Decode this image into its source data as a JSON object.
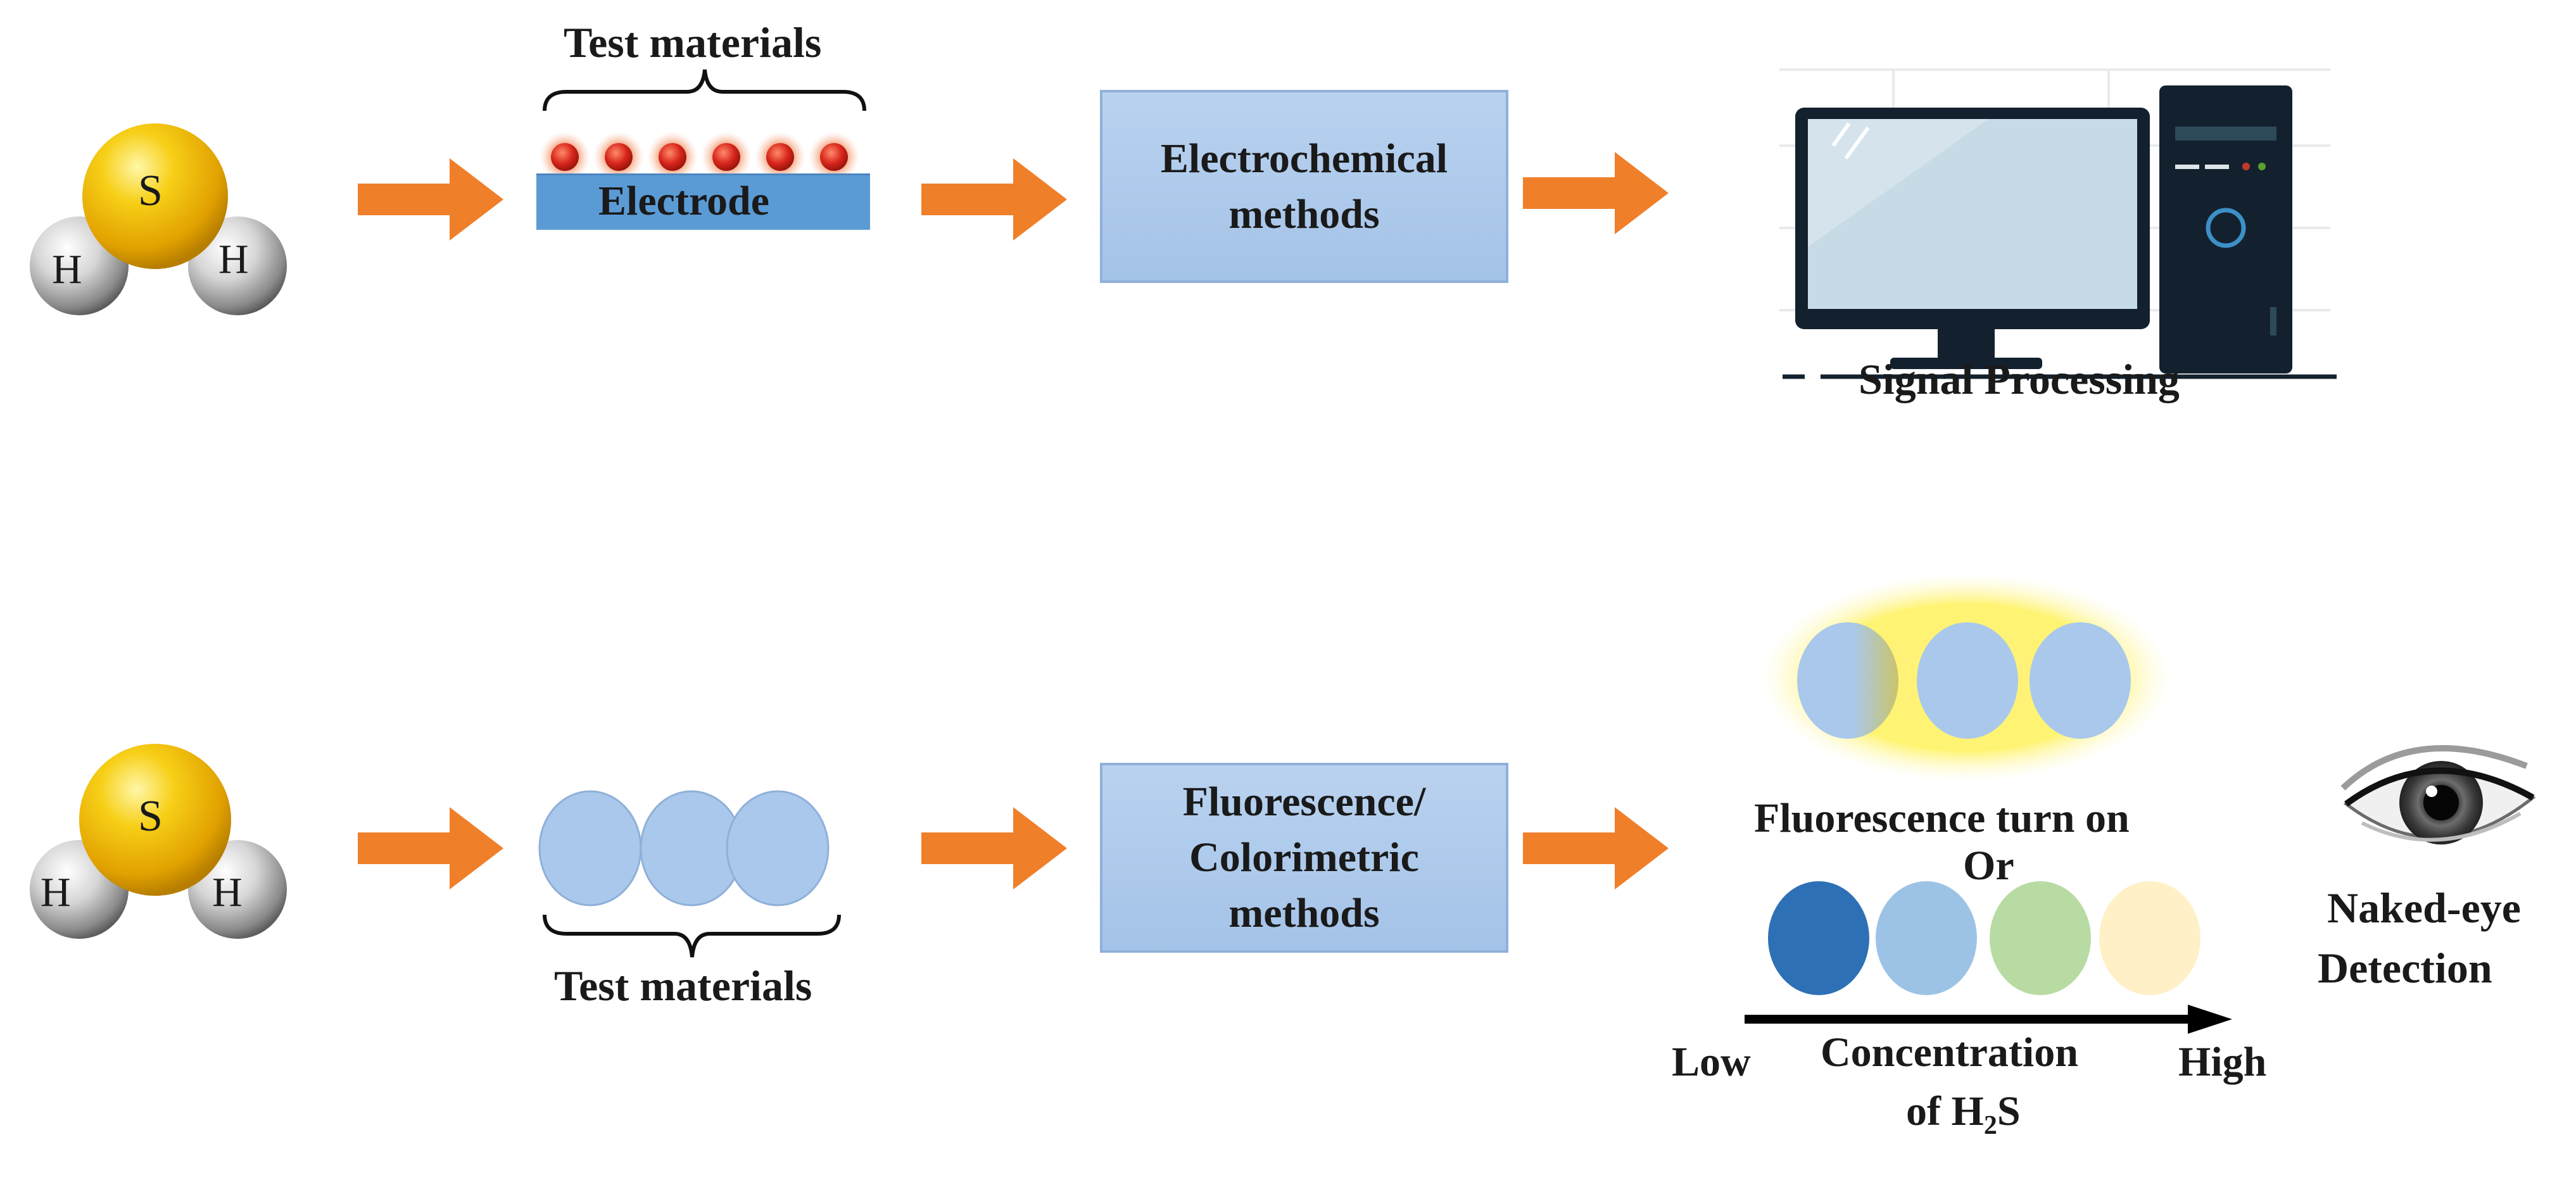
{
  "row1": {
    "molecule": {
      "center_atom": "S",
      "left_atom": "H",
      "right_atom": "H"
    },
    "test_materials_label": "Test materials",
    "electrode_label": "Electrode",
    "method_lines": [
      "Electrochemical",
      "methods"
    ],
    "output_label": "Signal Processing"
  },
  "row2": {
    "molecule": {
      "center_atom": "S",
      "left_atom": "H",
      "right_atom": "H"
    },
    "test_materials_label": "Test materials",
    "method_lines": [
      "Fluorescence/",
      "Colorimetric",
      "methods"
    ],
    "fluorescence_label": "Fluorescence turn on",
    "or_label": "Or",
    "low_label": "Low",
    "high_label": "High",
    "concentration_line1": "Concentration",
    "concentration_line2": {
      "prefix": "of H",
      "subscript": "2",
      "suffix": "S"
    },
    "naked_eye_lines": [
      "Naked-eye",
      "Detection"
    ]
  },
  "colors": {
    "arrow": "#f07f2a",
    "sulfur": "#f0b400",
    "hydrogen": "#b5b5b5",
    "method_box": "#a9c7ea",
    "electrode": "#5b9bd5",
    "particle": "#d12b1e",
    "colorimetric_swatches": [
      "#2e70b5",
      "#9cc3e6",
      "#b8dba3",
      "#fff0c8"
    ]
  }
}
